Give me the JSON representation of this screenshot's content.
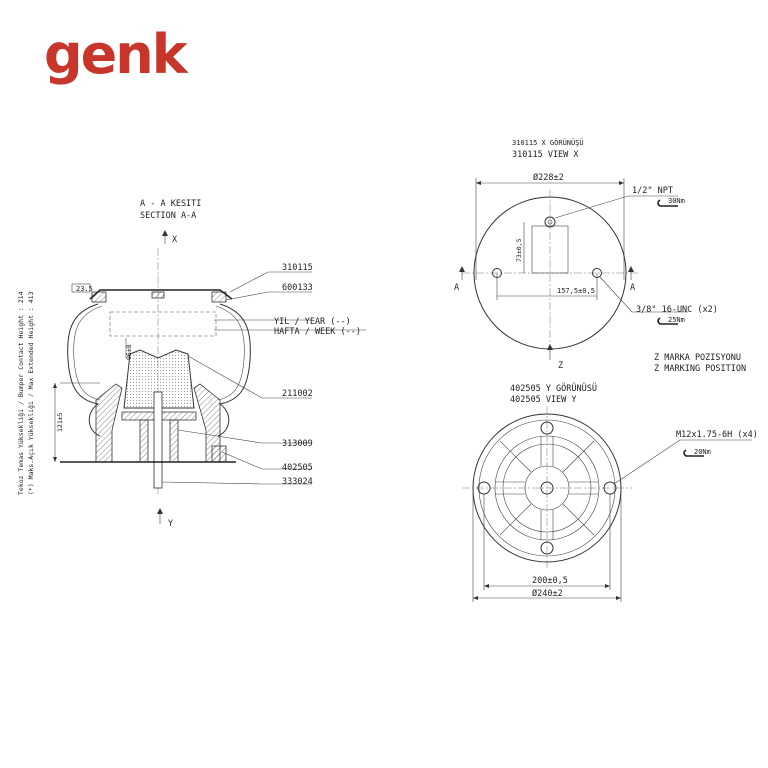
{
  "brand": {
    "logo_text": "genk",
    "color": "#c8362b"
  },
  "section_view": {
    "title_tr": "A - A KESITI",
    "title_en": "SECTION A-A",
    "axis_top": "X",
    "axis_bottom": "Y",
    "vertical_note_1": "Tekoz Temas Yüksekliği / Bumper Contact Height : 214",
    "vertical_note_2": "(*) Maks.Açık Yüksekliği / Max Extended Height : 413",
    "dim_left": "121±5",
    "dim_inner": "96±8",
    "dim_tag": "23.5",
    "callouts": [
      {
        "code": "310115"
      },
      {
        "code": "600133"
      },
      {
        "code": "YIL / YEAR (--)"
      },
      {
        "code": "HAFTA / WEEK (--)"
      },
      {
        "code": "211002"
      },
      {
        "code": "313009"
      },
      {
        "code": "402505"
      },
      {
        "code": "333024"
      }
    ]
  },
  "view_x": {
    "title_tr": "310115 X GÖRÜNÜŞÜ",
    "title_en": "310115   VIEW X",
    "dia": "Ø228±2",
    "port_label": "1/2\" NPT",
    "port_torque": "30Nm",
    "dim_vertical": "73±0,5",
    "dim_horizontal": "157,5±0,5",
    "stud_label": "3/8\" 16-UNC (x2)",
    "stud_torque": "25Nm",
    "section_marker": "A",
    "axis_bottom": "Z"
  },
  "marking": {
    "line_tr": "Z MARKA POZISYONU",
    "line_en": "Z MARKING POSITION"
  },
  "view_y": {
    "title_tr": "402505 Y GÖRÜNÜSÜ",
    "title_en": "402505   VIEW Y",
    "bolt_label": "M12x1.75-6H (x4)",
    "bolt_torque": "20Nm",
    "dim_inner": "200±0,5",
    "dim_outer": "Ø240±2"
  }
}
